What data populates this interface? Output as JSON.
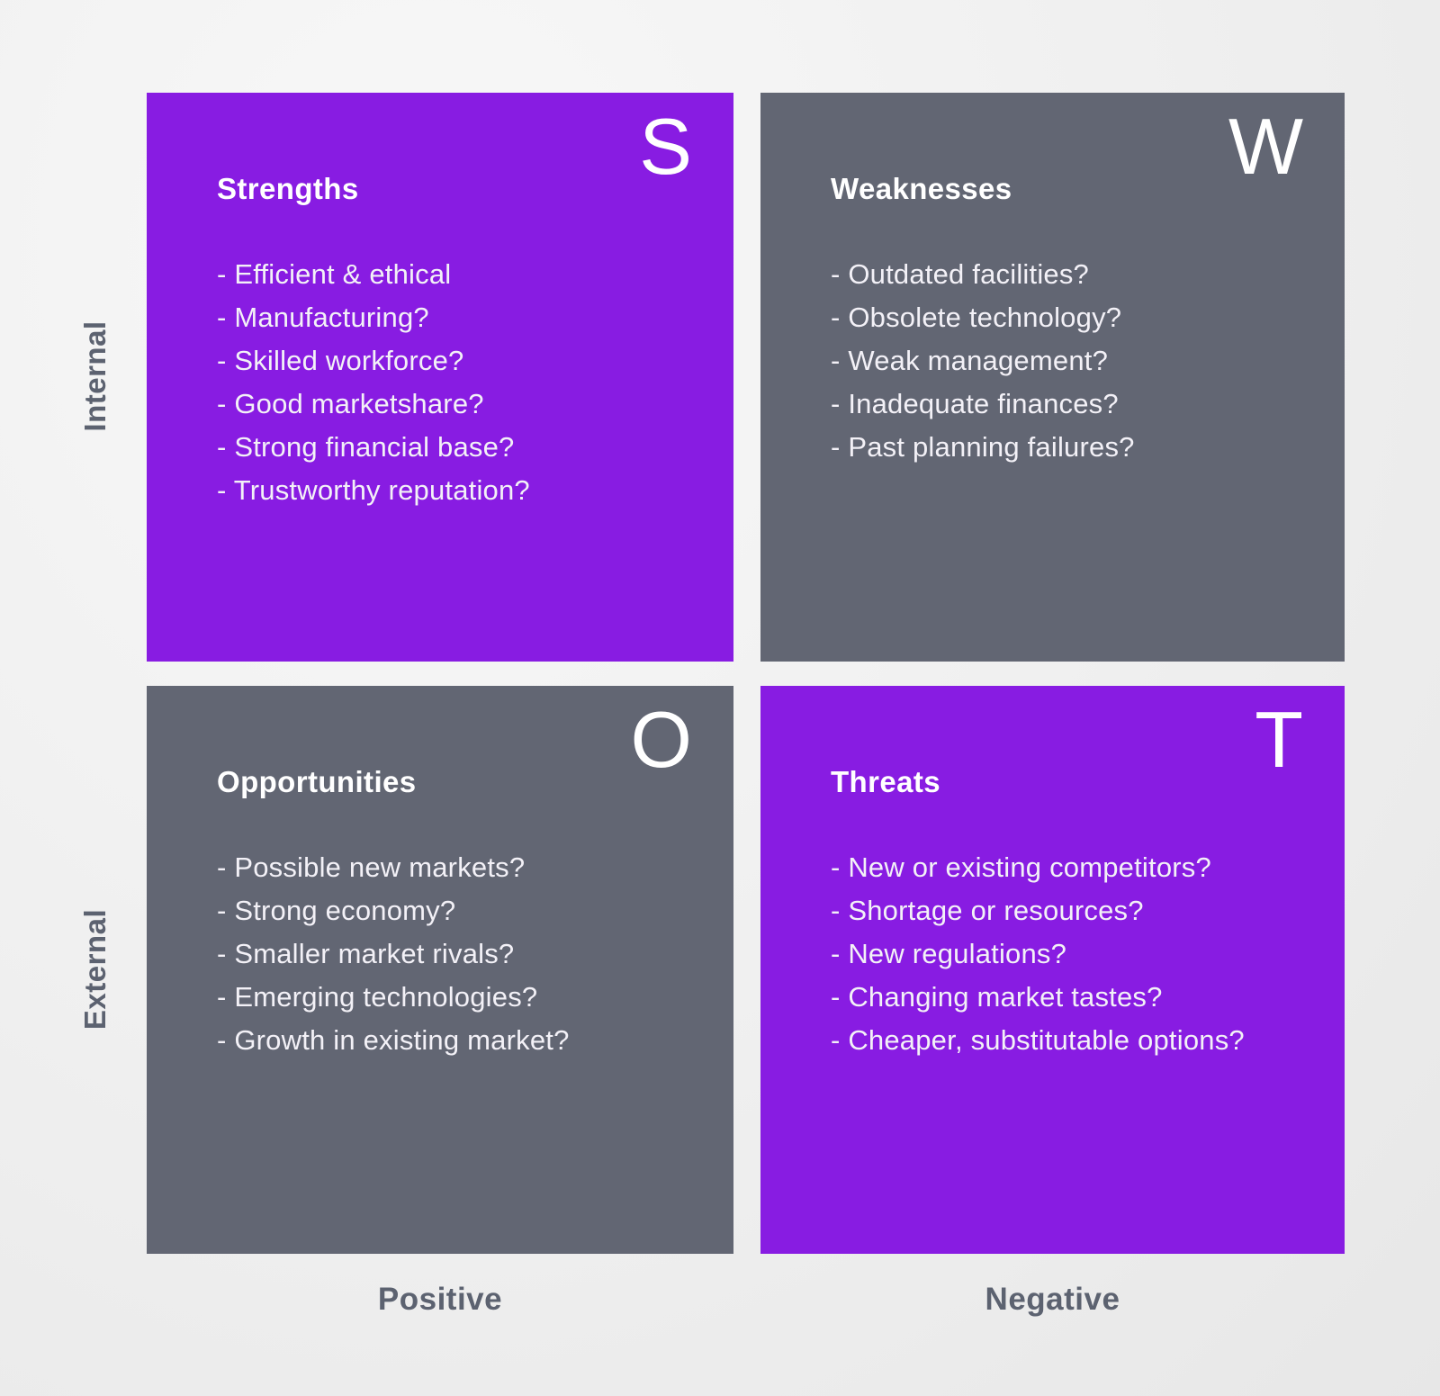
{
  "matrix": {
    "axes": {
      "internal": "Internal",
      "external": "External",
      "positive": "Positive",
      "negative": "Negative"
    },
    "quadrants": [
      {
        "id": "strengths",
        "letter": "S",
        "title": "Strengths",
        "variant": "purple",
        "items": [
          "- Efficient & ethical",
          "- Manufacturing?",
          "- Skilled workforce?",
          "- Good marketshare?",
          "- Strong financial base?",
          "- Trustworthy reputation?"
        ]
      },
      {
        "id": "weaknesses",
        "letter": "W",
        "title": "Weaknesses",
        "variant": "slate",
        "items": [
          "- Outdated facilities?",
          "- Obsolete technology?",
          "- Weak management?",
          "- Inadequate finances?",
          "- Past planning failures?"
        ]
      },
      {
        "id": "opportunities",
        "letter": "O",
        "title": "Opportunities",
        "variant": "slate",
        "items": [
          "- Possible new markets?",
          "- Strong economy?",
          "- Smaller market rivals?",
          "- Emerging technologies?",
          "- Growth in existing market?"
        ]
      },
      {
        "id": "threats",
        "letter": "T",
        "title": "Threats",
        "variant": "purple",
        "items": [
          "- New or existing competitors?",
          "- Shortage or resources?",
          "- New regulations?",
          "- Changing market tastes?",
          "- Cheaper, substitutable options?"
        ]
      }
    ]
  },
  "colors": {
    "purple": "#881CE2",
    "slate": "#626673",
    "axis_label": "#5C6270",
    "quadrant_body_text": "#F3F1F7",
    "quadrant_heading_text": "#FFFFFF",
    "background": "#EFEFEF"
  }
}
